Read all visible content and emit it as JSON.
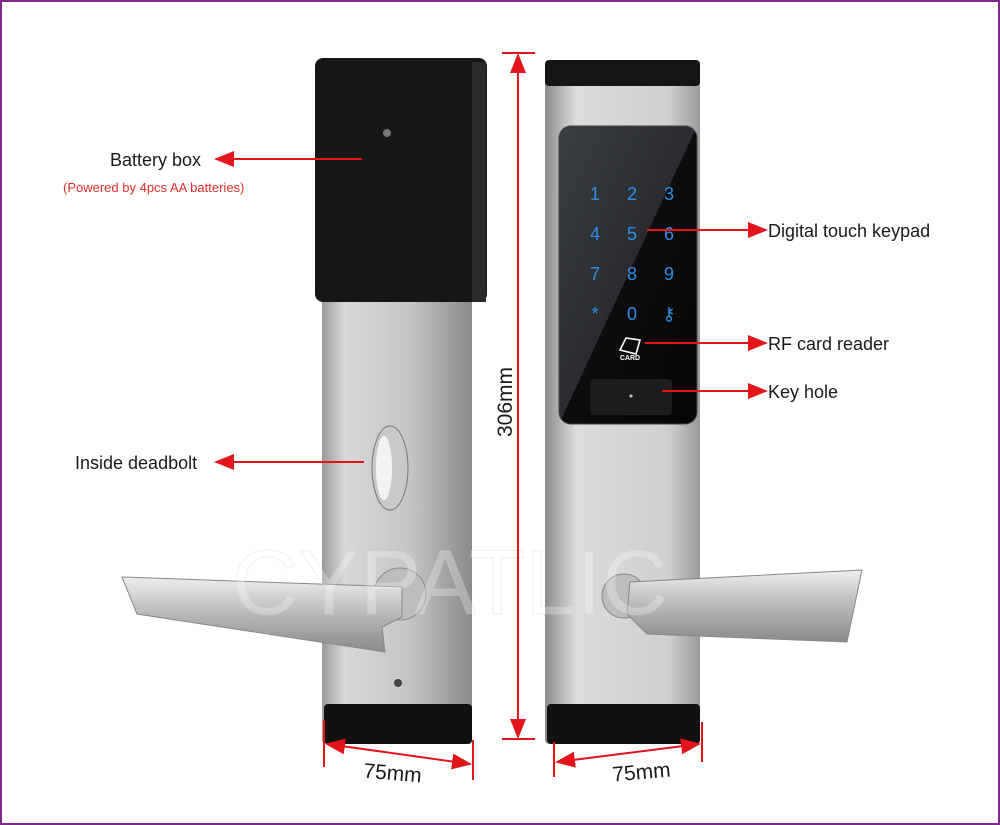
{
  "labels": {
    "battery_box": "Battery box",
    "battery_note": "(Powered by 4pcs AA batteries)",
    "inside_deadbolt": "Inside deadbolt",
    "keypad": "Digital touch keypad",
    "rf_reader": "RF card reader",
    "key_hole": "Key hole"
  },
  "dimensions": {
    "height": "306mm",
    "width_left": "75mm",
    "width_right": "75mm"
  },
  "keypad_keys": [
    "1",
    "2",
    "3",
    "4",
    "5",
    "6",
    "7",
    "8",
    "9",
    "*",
    "0",
    "⚷"
  ],
  "card_logo_text": "CARD",
  "watermark": "CYPATLIC",
  "colors": {
    "annotation": "#e3141b",
    "key_glow": "#2e8fe6",
    "frame": "#7b2a8c"
  }
}
